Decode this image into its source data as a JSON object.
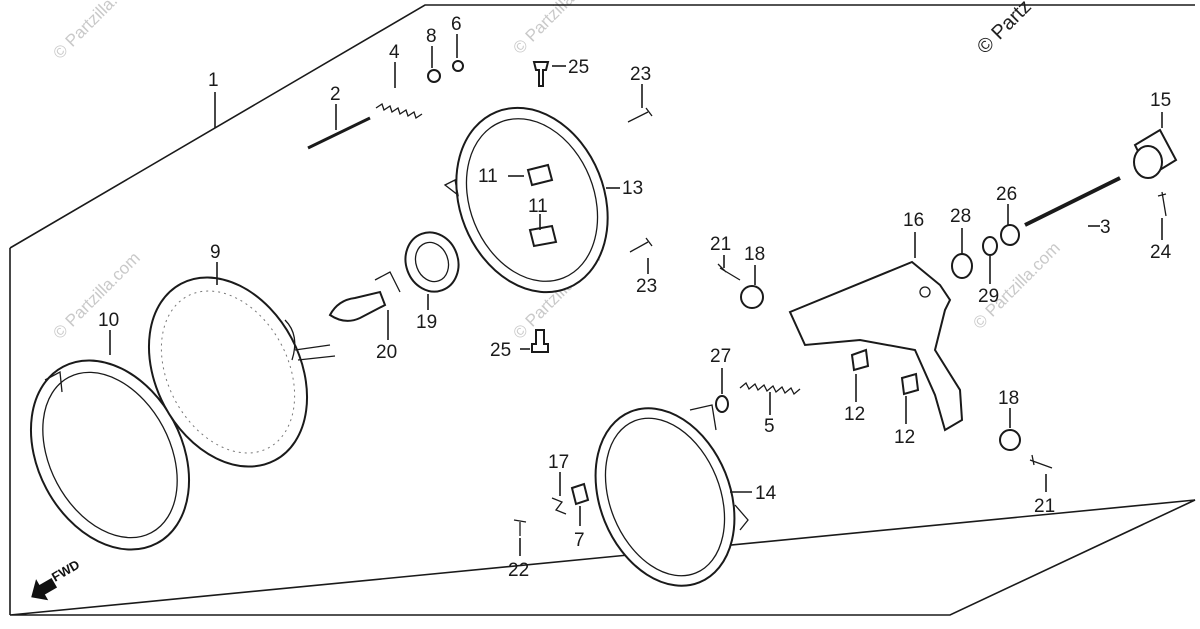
{
  "watermark": {
    "text": "© Partzilla.com",
    "corner_text": "© Partz"
  },
  "direction_label": "FWD",
  "callouts": {
    "c1": "1",
    "c2": "2",
    "c3": "3",
    "c4": "4",
    "c5": "5",
    "c6": "6",
    "c7": "7",
    "c8": "8",
    "c9": "9",
    "c10": "10",
    "c11a": "11",
    "c11b": "11",
    "c12a": "12",
    "c12b": "12",
    "c13": "13",
    "c14": "14",
    "c15": "15",
    "c16": "16",
    "c17": "17",
    "c18a": "18",
    "c18b": "18",
    "c19": "19",
    "c20": "20",
    "c21a": "21",
    "c21b": "21",
    "c22": "22",
    "c23a": "23",
    "c23b": "23",
    "c24": "24",
    "c25a": "25",
    "c25b": "25",
    "c26": "26",
    "c27": "27",
    "c28": "28",
    "c29": "29"
  }
}
